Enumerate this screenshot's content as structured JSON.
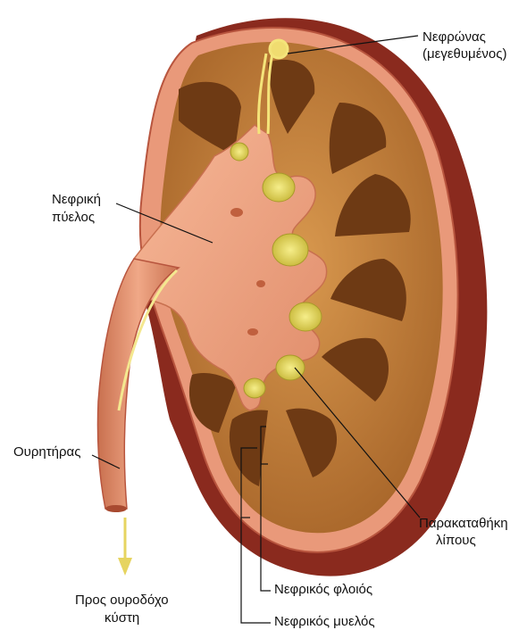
{
  "labels": {
    "nephron_line1": "Νεφρώνας",
    "nephron_line2": "(μεγεθυμένος)",
    "pelvis_line1": "Νεφρική",
    "pelvis_line2": "πύελος",
    "ureter": "Ουρητήρας",
    "fat_line1": "Παρακαταθήκη",
    "fat_line2": "λίπους",
    "bladder_line1": "Προς ουροδόχο",
    "bladder_line2": "κύστη",
    "cortex": "Νεφρικός φλοιός",
    "medulla": "Νεφρικός μυελός"
  },
  "colors": {
    "capsule_outer": "#8a2a1e",
    "capsule": "#e89a7a",
    "cortex": "#c4813e",
    "pyramid": "#6e3a14",
    "pelvis": "#f2a98a",
    "fat": "#e8d94a",
    "ureter": "#e59a74",
    "arrow": "#f0e070"
  }
}
